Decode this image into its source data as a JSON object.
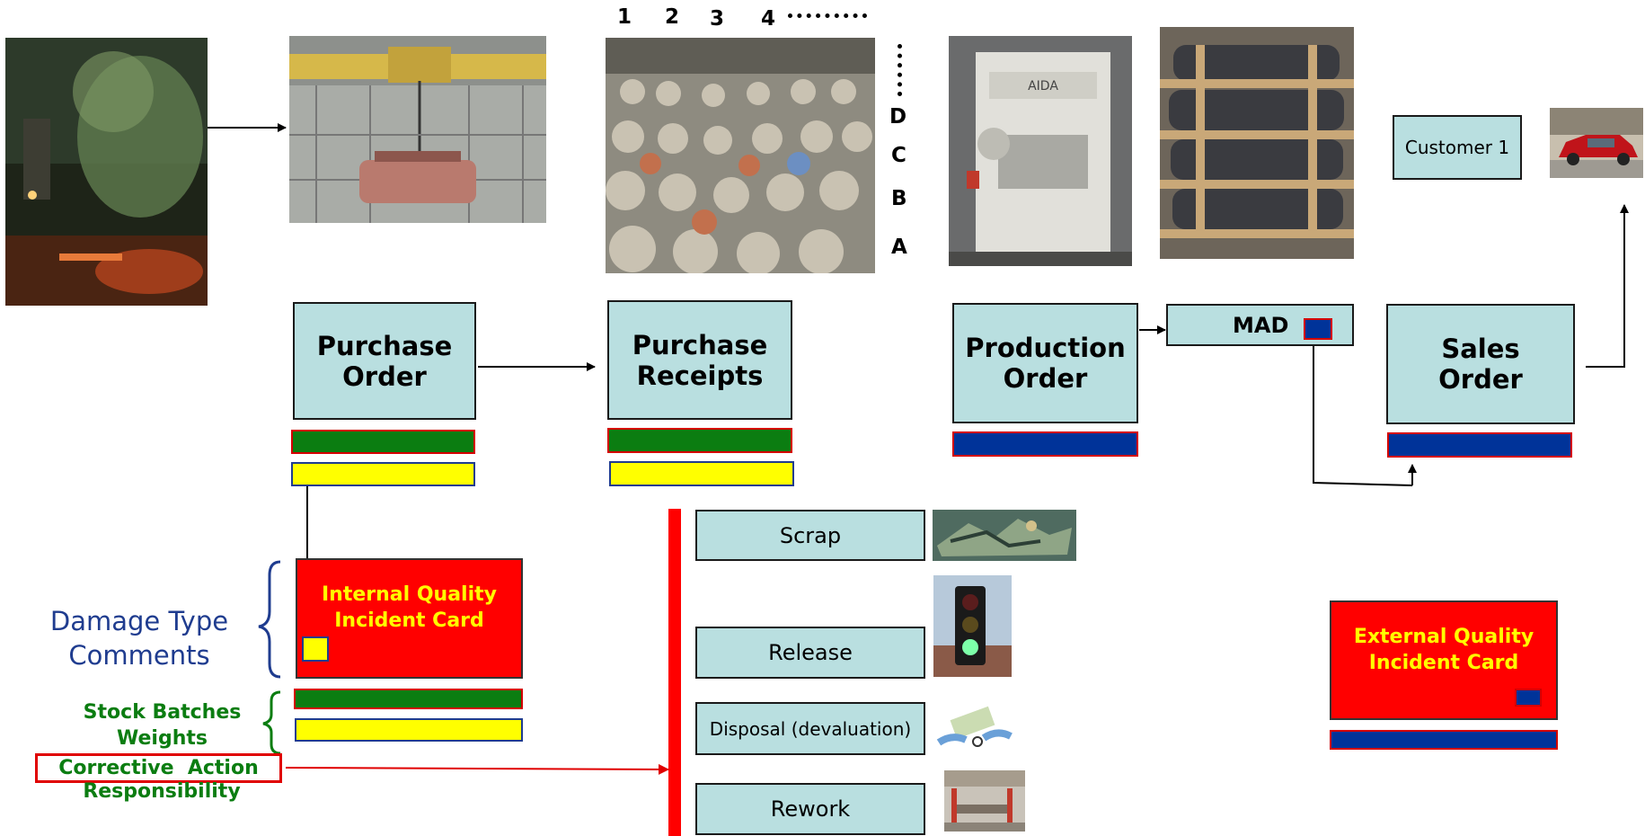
{
  "grid_labels": {
    "columns": [
      "1",
      "2",
      "3",
      "4"
    ],
    "rows": [
      "D",
      "C",
      "B",
      "A"
    ]
  },
  "flow": {
    "purchase_order": "Purchase Order",
    "purchase_receipts": "Purchase Receipts",
    "production_order": "Production Order",
    "mad": "MAD",
    "sales_order": "Sales Order",
    "customer": "Customer 1"
  },
  "internal_card": "Internal Quality Incident Card",
  "external_card": "External Quality Incident Card",
  "left_notes": {
    "damage": "Damage Type Comments",
    "stock": "Stock Batches Weights",
    "corrective": "Corrective  Action",
    "responsibility": "Responsibility"
  },
  "decisions": [
    "Scrap",
    "Release",
    "Disposal (devaluation)",
    "Rework"
  ],
  "colors": {
    "box_fill": "#b9dfe0",
    "green": "#0b7d11",
    "yellow": "#ffff00",
    "blue": "#003399",
    "red": "#ff0000"
  },
  "images": [
    "steel-mill-photo",
    "overhead-crane-photo",
    "coil-warehouse-photo",
    "press-machine-photo",
    "stacked-coils-photo",
    "car-photo",
    "scrap-metal-photo",
    "traffic-light-photo",
    "money-scissors-photo",
    "workshop-photo"
  ]
}
